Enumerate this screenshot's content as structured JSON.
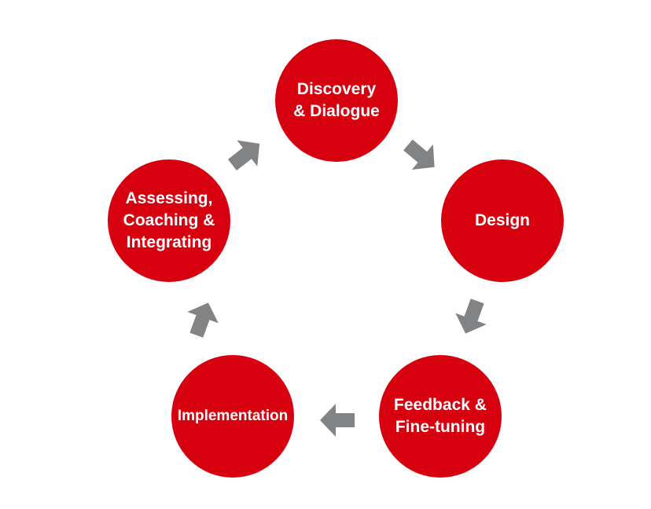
{
  "colors": {
    "node_fill": "#d7000f",
    "arrow_fill": "#828385",
    "text": "#ffffff",
    "background": "#ffffff"
  },
  "icons": {
    "arrow": "block-arrow-icon"
  },
  "cycle": {
    "nodes": [
      {
        "id": "discovery",
        "label": "Discovery\n& Dialogue"
      },
      {
        "id": "design",
        "label": "Design"
      },
      {
        "id": "feedback",
        "label": "Feedback &\nFine-tuning"
      },
      {
        "id": "implementation",
        "label": "Implementation"
      },
      {
        "id": "assessing",
        "label": "Assessing,\nCoaching &\nIntegrating"
      }
    ]
  }
}
